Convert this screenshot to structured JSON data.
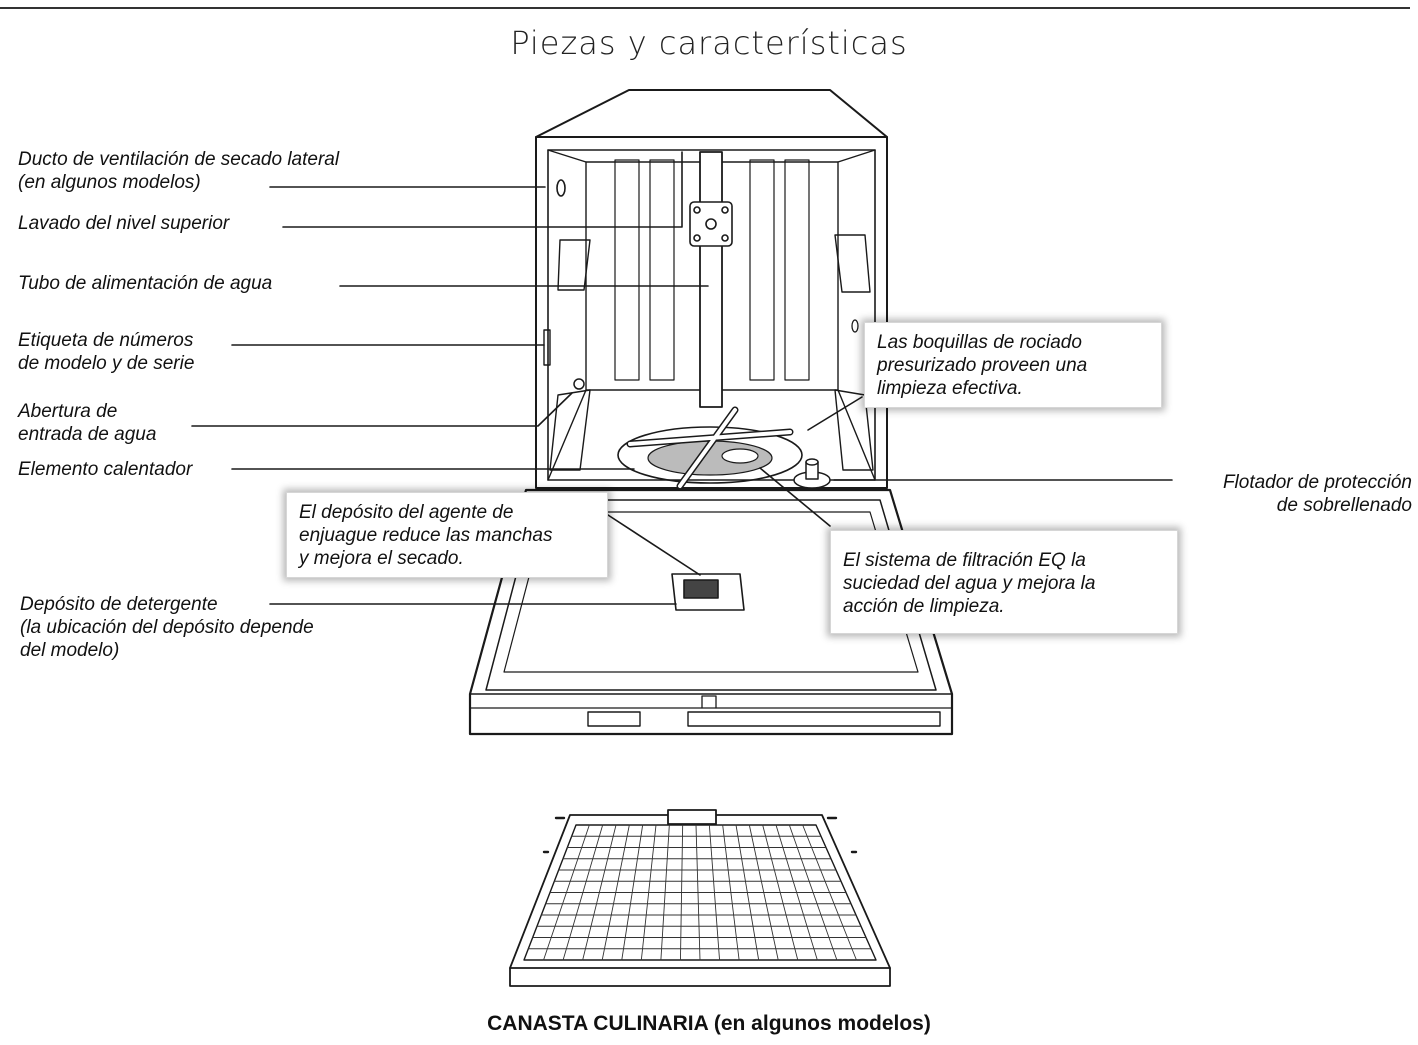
{
  "title": "Piezas y características",
  "labels": {
    "ducto": "Ducto de ventilación de secado lateral\n(en algunos modelos)",
    "lavado": "Lavado del nivel superior",
    "tubo": "Tubo de alimentación de agua",
    "etiqueta": "Etiqueta de números\nde modelo y de serie",
    "abertura": "Abertura de\nentrada de agua",
    "elemento": "Elemento calentador",
    "deposito_detergente": "Depósito de detergente\n(la ubicación del depósito depende\ndel modelo)",
    "flotador": "Flotador de protección\nde sobrellenado"
  },
  "callouts": {
    "boquillas": "Las boquillas de rociado\npresurizado proveen una\nlimpieza efectiva.",
    "enjuague": "El depósito del agente de\nenjuague reduce las manchas\ny mejora el secado.",
    "filtracion": "El sistema de filtración EQ la\nsuciedad del agua y mejora la\nacción de limpieza."
  },
  "caption": "CANASTA CULINARIA (en algunos modelos)"
}
